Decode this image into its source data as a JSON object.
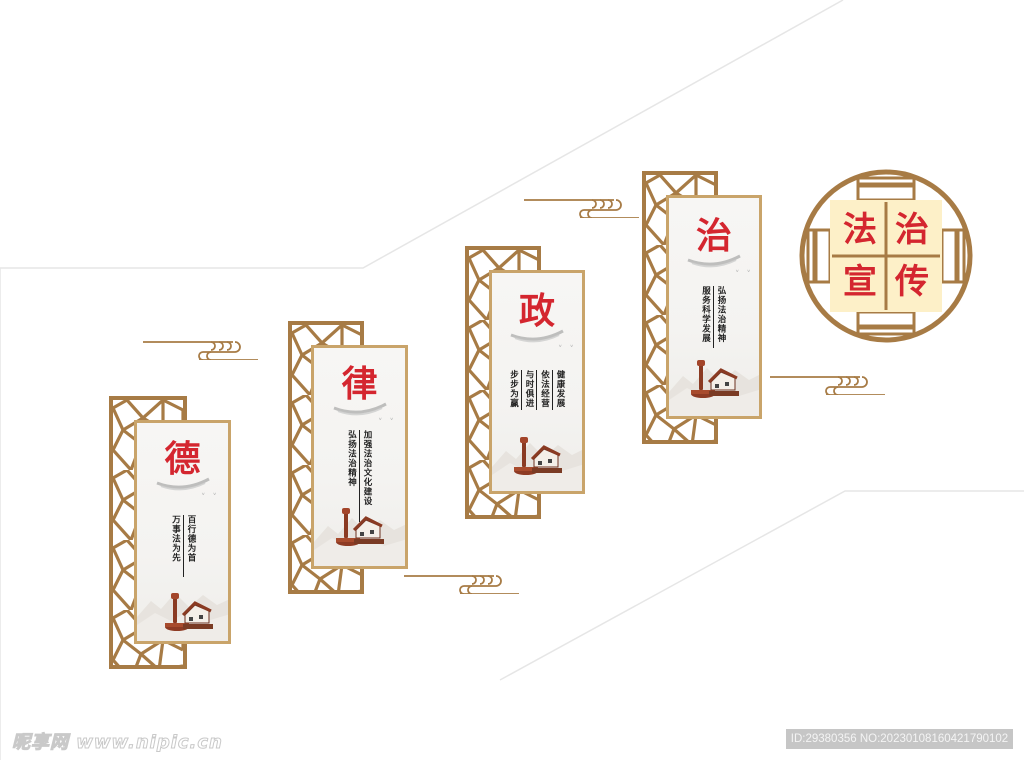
{
  "colors": {
    "frame_gold": "#a77b45",
    "panel_border": "#c9a46a",
    "title_red": "#d4262f",
    "emblem_fill": "#fdf0c8",
    "wall_line": "#e6e6e6",
    "watermark_bg": "#c6c6c6"
  },
  "emblem": {
    "characters": [
      "法",
      "治",
      "宣",
      "传"
    ],
    "reading": "法治宣传"
  },
  "panels": [
    {
      "id": "de",
      "title_char": "德",
      "verses": [
        "百行德为首",
        "万事法为先"
      ]
    },
    {
      "id": "lv",
      "title_char": "律",
      "verses": [
        "加强法治文化建设",
        "弘扬法治精神"
      ]
    },
    {
      "id": "zheng",
      "title_char": "政",
      "verses": [
        "健康发展",
        "依法经营",
        "与时俱进",
        "步步为赢"
      ]
    },
    {
      "id": "zhi",
      "title_char": "治",
      "verses": [
        "弘扬法治精神",
        "服务科学发展"
      ]
    }
  ],
  "icons": {
    "cloud": "auspicious-cloud-icon",
    "gavel": "gavel-icon",
    "house": "house-icon",
    "birds": "birds-icon",
    "mountains": "mountains-icon"
  },
  "watermark": {
    "left": "昵享网 www.nipic.cn",
    "right": "ID:29380356 NO:20230108160421790102"
  }
}
